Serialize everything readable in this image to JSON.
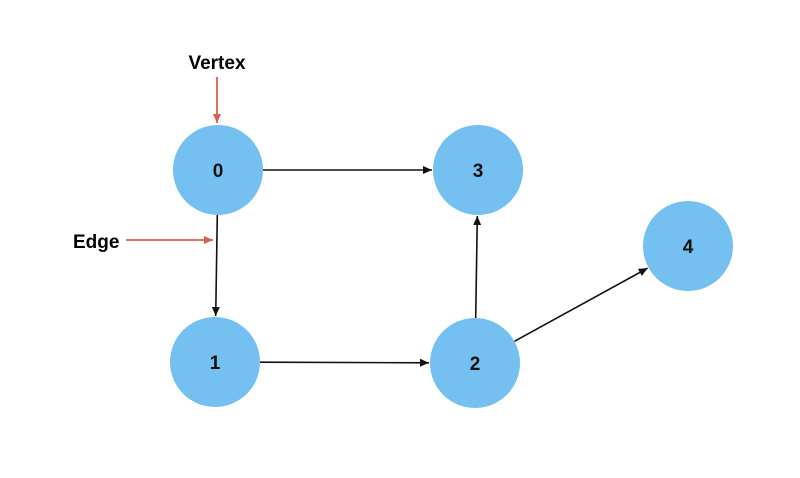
{
  "diagram": {
    "colors": {
      "node_fill": "#74C0F0",
      "edge": "#111111",
      "annotation": "#D9604A"
    },
    "nodes": [
      {
        "id": "0",
        "label": "0"
      },
      {
        "id": "3",
        "label": "3"
      },
      {
        "id": "4",
        "label": "4"
      },
      {
        "id": "1",
        "label": "1"
      },
      {
        "id": "2",
        "label": "2"
      }
    ],
    "edges": [
      {
        "from": "0",
        "to": "3"
      },
      {
        "from": "0",
        "to": "1"
      },
      {
        "from": "1",
        "to": "2"
      },
      {
        "from": "2",
        "to": "3"
      },
      {
        "from": "2",
        "to": "4"
      }
    ],
    "annotations": {
      "vertex_label": "Vertex",
      "edge_label": "Edge"
    }
  }
}
